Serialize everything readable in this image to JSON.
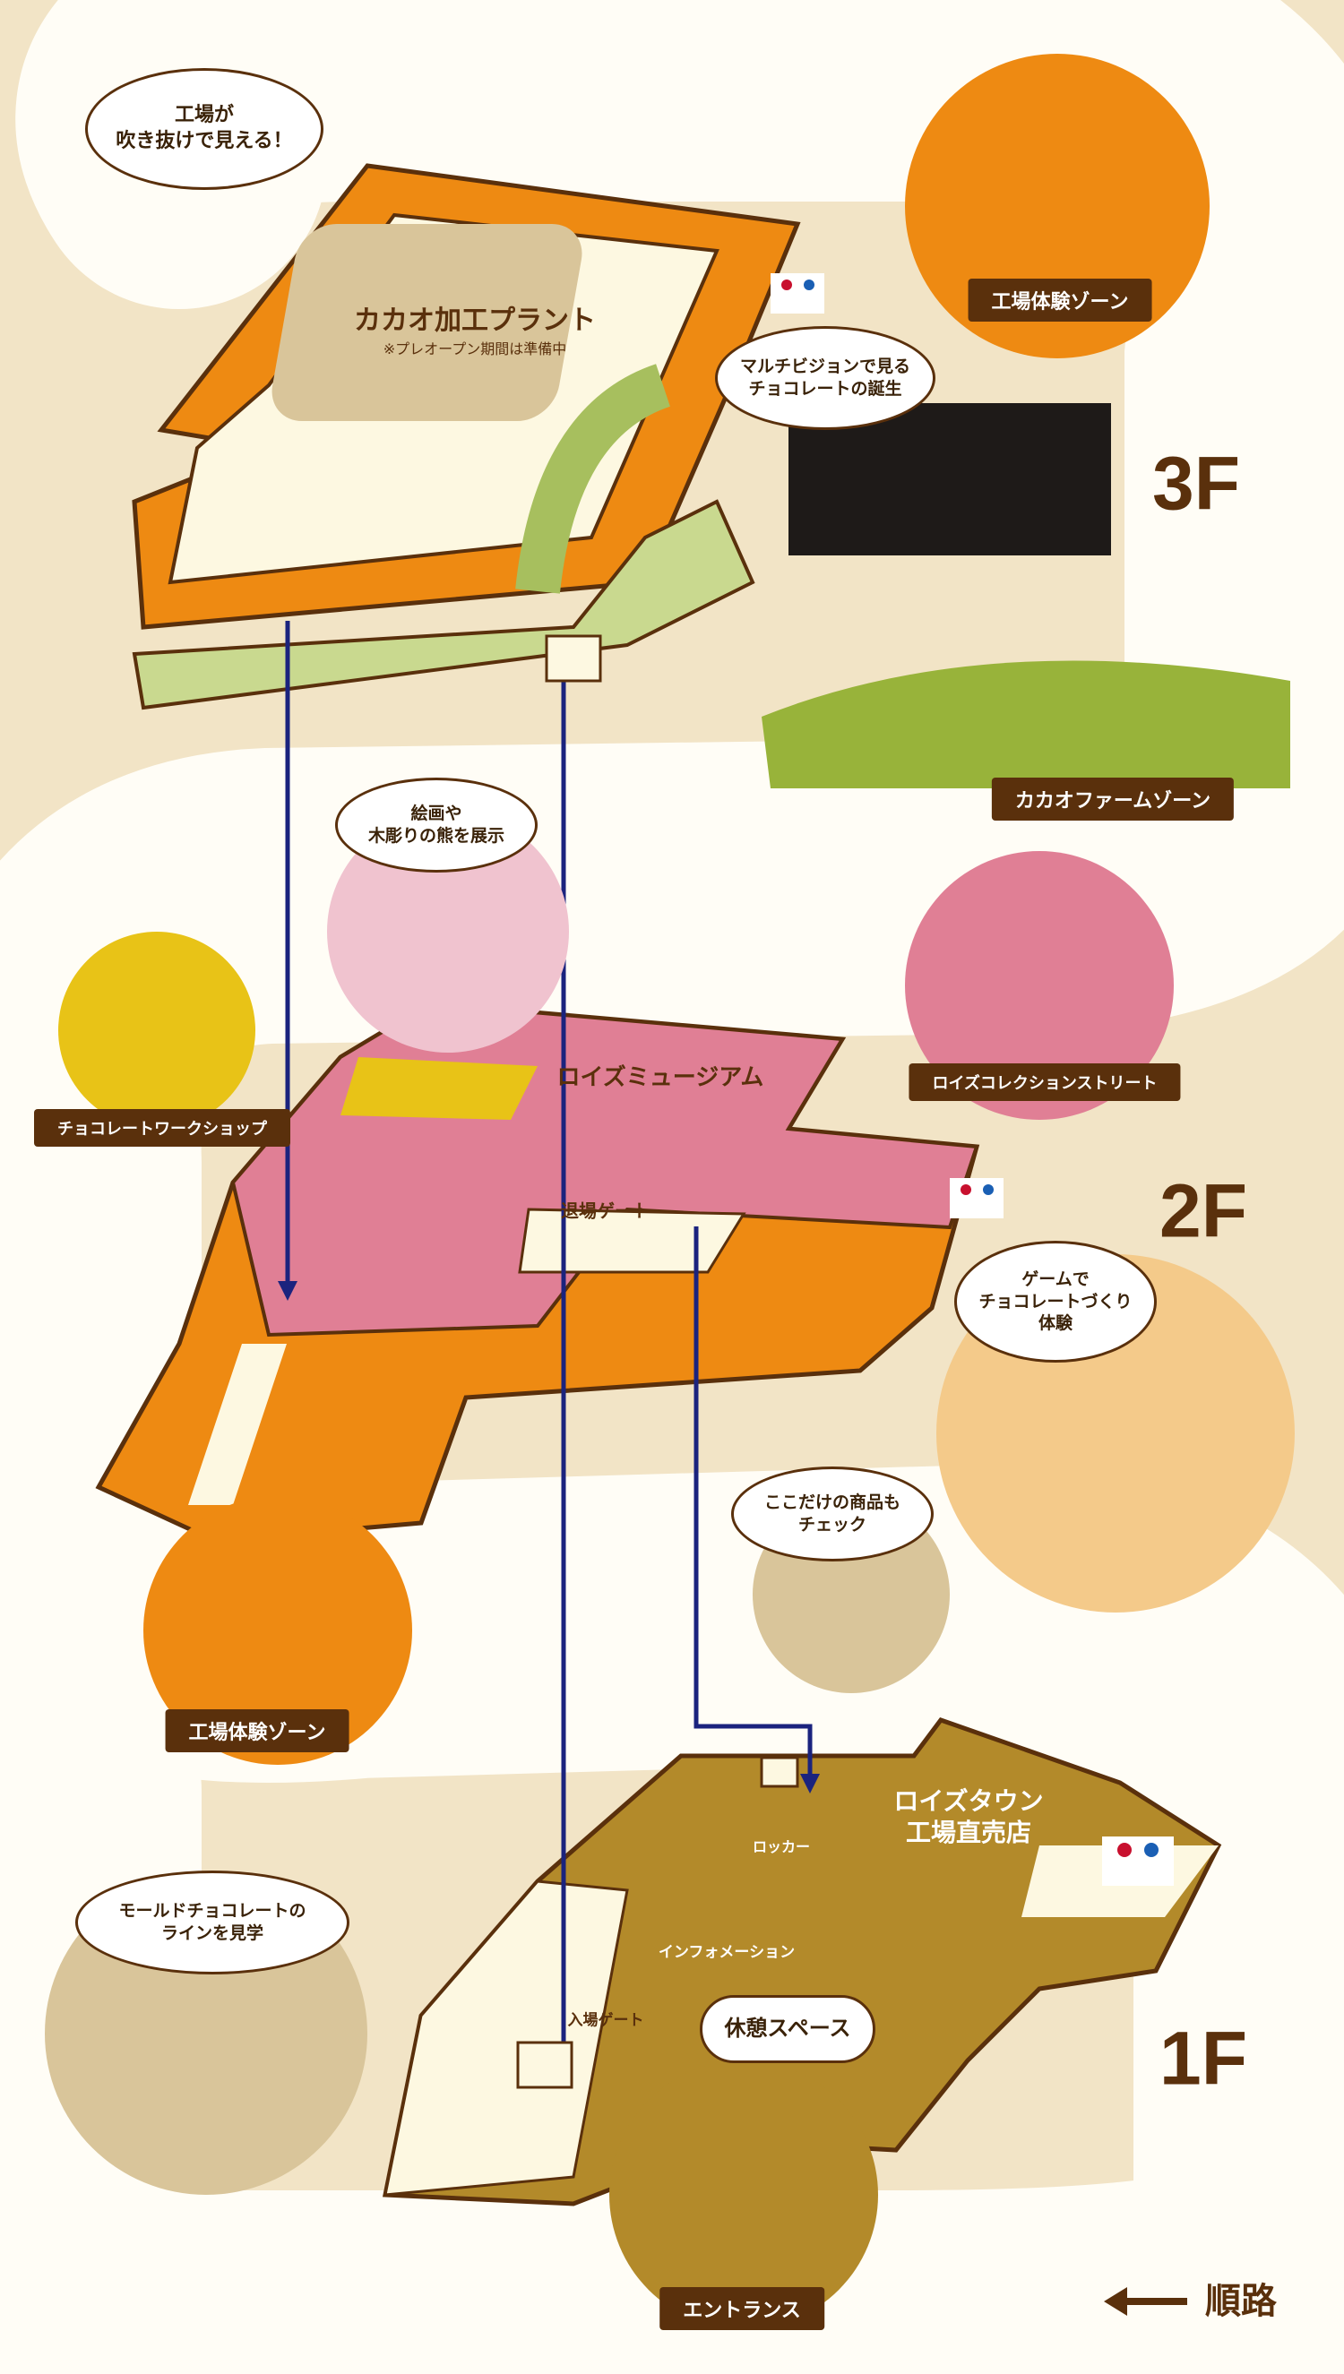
{
  "colors": {
    "background": "#f2e4c6",
    "path": "#ffffff",
    "floor3": "#ee8a12",
    "farm": "#c9d98f",
    "floor2": "#e07f95",
    "floor1": "#b38a2a",
    "outline": "#5a300c",
    "route": "#1b237e"
  },
  "floors": [
    {
      "label": "3F",
      "areas": [
        {
          "name": "カカオ加工プラント",
          "note": "※プレオープン期間は準備中"
        }
      ],
      "callouts": [
        "工場が\n吹き抜けで見える！",
        "マルチビジョンで見る\nチョコレートの誕生"
      ],
      "zones": [
        "工場体験ゾーン",
        "カカオファームゾーン"
      ]
    },
    {
      "label": "2F",
      "areas": [
        {
          "name": "ロイズミュージアム"
        },
        {
          "name": "退場ゲート"
        }
      ],
      "callouts": [
        "絵画や\n木彫りの熊を展示",
        "ゲームで\nチョコレートづくり\n体験"
      ],
      "zones": [
        "チョコレートワークショップ",
        "ロイズコレクションストリート",
        "工場体験ゾーン"
      ]
    },
    {
      "label": "1F",
      "areas": [
        {
          "name": "ロイズタウン\n工場直売店"
        },
        {
          "name": "ロッカー"
        },
        {
          "name": "インフォメーション"
        },
        {
          "name": "入場ゲート"
        },
        {
          "name": "休憩スペース"
        }
      ],
      "callouts": [
        "ここだけの商品も\nチェック",
        "モールドチョコレートの\nラインを見学"
      ],
      "zones": [
        "エントランス"
      ]
    }
  ],
  "legend": {
    "arrow_icon": "left-arrow",
    "label": "順路"
  },
  "icons": [
    "restroom-icon",
    "elevator-icon",
    "information-icon"
  ]
}
